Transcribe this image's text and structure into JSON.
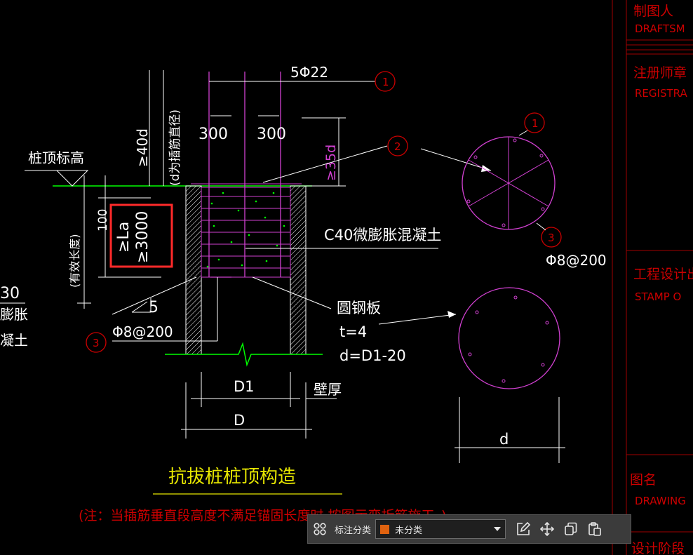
{
  "drawing": {
    "title": "抗拔桩桩顶构造",
    "note": "(注：当插筋垂直段高度不满足锚固长度时,按图示弯折筋施工。)",
    "rebar_top": "5Φ22",
    "dim_300_left": "300",
    "dim_300_right": "300",
    "dim_40d": "≥40d",
    "dim_40d_note": "(d为插筋直径)",
    "dim_35d": "≥35d",
    "pile_top_label": "桩顶标高",
    "dim_100": "100",
    "la": "≥La",
    "la_3000": "≥3000",
    "effective_length": "(有效长度)",
    "concrete": "C40微膨胀混凝土",
    "plate_title": "圆钢板",
    "plate_t": "t=4",
    "plate_d": "d=D1-20",
    "weld": "5",
    "stirrup_left": "Φ8@200",
    "stirrup_right": "Φ8@200",
    "dim_D1": "D1",
    "dim_D": "D",
    "wall": "壁厚",
    "dim_d": "d",
    "marker_1": "1",
    "marker_2": "2",
    "marker_3": "3",
    "left_frag_1": "30",
    "left_frag_2": "膨胀",
    "left_frag_3": "凝土"
  },
  "title_block": {
    "drafter_cn": "制图人",
    "drafter_en": "DRAFTSM",
    "reg_cn": "注册师章",
    "reg_en": "REGISTRA",
    "stamp_cn": "工程设计出",
    "stamp_en": "STAMP O",
    "drawing_cn": "图名",
    "drawing_en": "DRAWING",
    "stage_cn": "设计阶段"
  },
  "toolbar": {
    "label": "标注分类",
    "selected": "未分类",
    "swatch_color": "#e0620f",
    "icons": [
      "grid-icon",
      "chevron-down-icon",
      "edit-icon",
      "move-icon",
      "copy-icon",
      "paste-icon"
    ]
  },
  "colors": {
    "background": "#000000",
    "line_white": "#ffffff",
    "rebar_magenta": "#d040d0",
    "concrete_green": "#00ff00",
    "highlight_red": "#ff2a2a",
    "title_yellow": "#e6e600",
    "border_red": "#a00000"
  }
}
